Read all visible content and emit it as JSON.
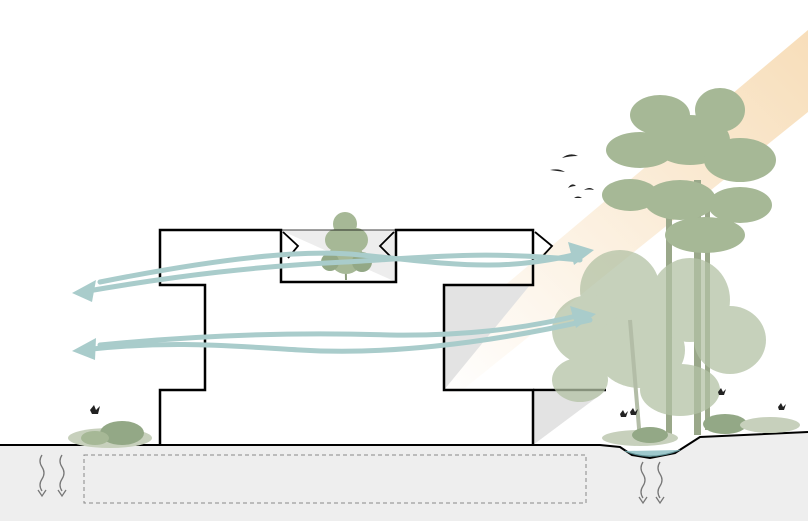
{
  "diagram": {
    "kind": "architectural-section",
    "colors": {
      "background": "#ffffff",
      "ground_fill": "#eeeeee",
      "building_outline": "#000000",
      "shade_fill": "#e3e3e3",
      "airflow_arrow": "#a9cccb",
      "sunlight_start": "#f7dcb6",
      "tree_foliage": "#a6b896",
      "tree_foliage_dark": "#93a886",
      "tree_trunk": "#9aa88a",
      "water": "#9ec8cc",
      "bird": "#222222",
      "rain_arrow": "#777777",
      "basement_dash": "#888888"
    },
    "icons": [
      "airflow-arrow",
      "sunlight-beam",
      "bird-icon",
      "butterfly-icon",
      "rain-infiltration-arrow",
      "tree-illustration",
      "grass-tuft"
    ],
    "text_labels": []
  }
}
